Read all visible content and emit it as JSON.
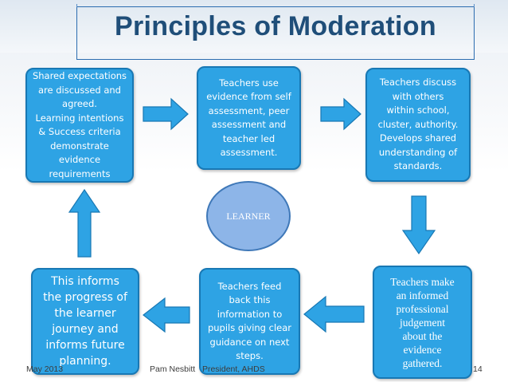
{
  "title": "Principles of Moderation",
  "boxes": {
    "shared_expectations": "Shared expectations\nare discussed and\nagreed.\nLearning intentions\n& Success criteria\ndemonstrate\nevidence\nrequirements",
    "teachers_use": "Teachers use\nevidence from self\nassessment, peer\nassessment and\nteacher led\nassessment.",
    "teachers_discuss": "Teachers discuss\nwith others\nwithin school,\ncluster, authority.\nDevelops shared\nunderstanding of\nstandards.",
    "teachers_make": "Teachers make\nan informed\nprofessional\njudgement\nabout the\nevidence\ngathered.",
    "teachers_feed": "Teachers feed\nback this\ninformation to\npupils giving clear\nguidance on next\nsteps.",
    "this_informs": "This informs\nthe progress of\nthe learner\njourney and\ninforms future\nplanning."
  },
  "center": "LEARNER",
  "footer": {
    "date": "May 2013",
    "author": "Pam Nesbitt   President, AHDS",
    "page": "14"
  },
  "colors": {
    "box_fill": "#2ea3e4",
    "box_border": "#1878b4",
    "title_text": "#1f4e79",
    "circle_fill": "#8db5e8"
  }
}
